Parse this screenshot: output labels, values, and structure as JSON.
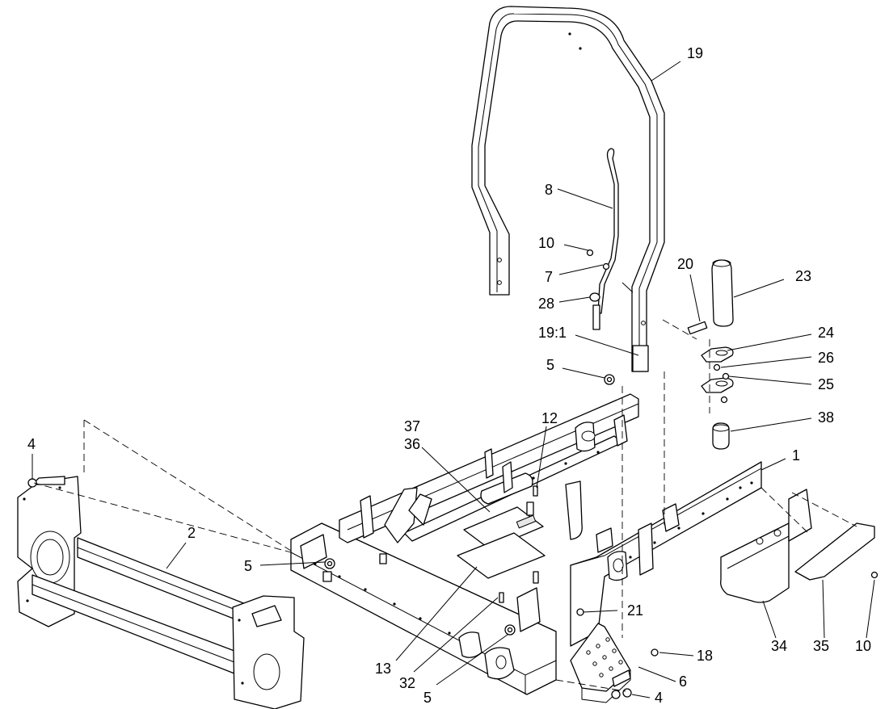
{
  "diagram": {
    "labels": {
      "p1": "1",
      "p2": "2",
      "p4_left": "4",
      "p4_bottom": "4",
      "p5_top": "5",
      "p5_left": "5",
      "p5_bottom": "5",
      "p6": "6",
      "p7": "7",
      "p8": "8",
      "p10_top": "10",
      "p10_right": "10",
      "p12": "12",
      "p13": "13",
      "p18": "18",
      "p19": "19",
      "p19_1": "19:1",
      "p20": "20",
      "p21": "21",
      "p23": "23",
      "p24": "24",
      "p25": "25",
      "p26": "26",
      "p28": "28",
      "p32": "32",
      "p34": "34",
      "p35": "35",
      "p36": "36",
      "p37": "37",
      "p38": "38"
    }
  }
}
